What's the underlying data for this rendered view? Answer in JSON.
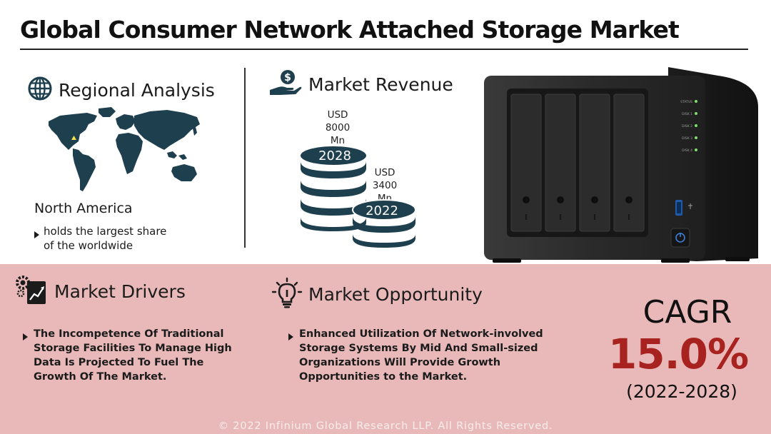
{
  "title": "Global Consumer Network Attached Storage Market",
  "regional": {
    "heading": "Regional Analysis",
    "region": "North America",
    "note_line1": "holds the largest share",
    "note_line2": "of the worldwide"
  },
  "revenue": {
    "heading": "Market Revenue",
    "high": {
      "currency": "USD",
      "amount": "8000",
      "unit": "Mn",
      "year": "2028"
    },
    "low": {
      "currency": "USD",
      "amount": "3400",
      "unit": "Mn",
      "year": "2022"
    }
  },
  "device": {
    "led_labels": [
      "STATUS",
      "DISK 1",
      "DISK 2",
      "DISK 3",
      "DISK 4"
    ]
  },
  "drivers": {
    "heading": "Market Drivers",
    "lines": [
      "The Incompetence Of Traditional",
      "Storage Facilities To Manage High",
      "Data Is Projected To Fuel The",
      "Growth Of The Market."
    ]
  },
  "opportunity": {
    "heading": "Market Opportunity",
    "lines": [
      "Enhanced Utilization Of Network-involved",
      "Storage Systems By Mid And Small-sized",
      "Organizations Will Provide Growth",
      "Opportunities to the Market."
    ]
  },
  "cagr": {
    "label": "CAGR",
    "value": "15.0%",
    "range": "(2022-2028)"
  },
  "footer": "© 2022 Infinium Global Research LLP. All Rights Reserved.",
  "colors": {
    "pink_band": "#e9b9b9",
    "cagr_red": "#a8231f",
    "icon_dark": "#1e3f4e",
    "device_body": "#2b2b2b"
  },
  "icons": [
    "globe-icon",
    "money-hand-icon",
    "gears-chart-icon",
    "lightbulb-icon",
    "coin-stack-icon",
    "usb-port-icon",
    "power-icon"
  ]
}
